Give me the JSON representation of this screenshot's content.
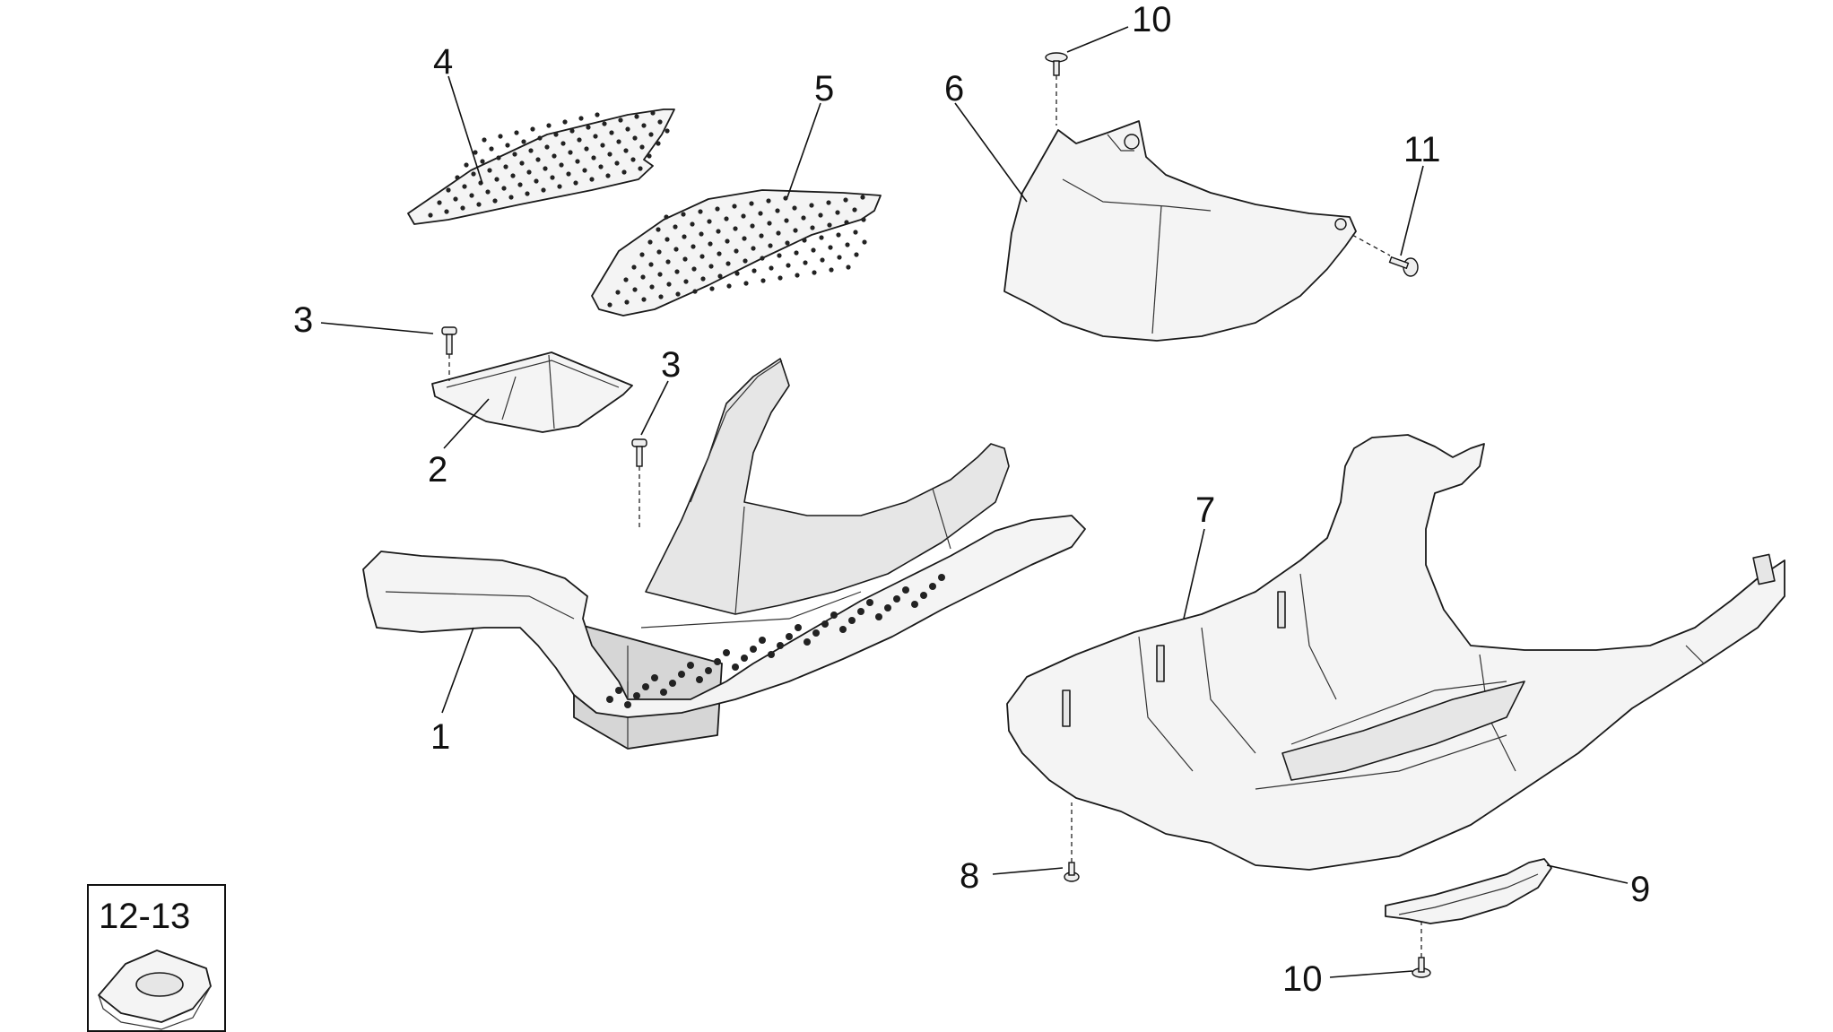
{
  "callouts": {
    "c1": "1",
    "c2": "2",
    "c3a": "3",
    "c3b": "3",
    "c4": "4",
    "c5": "5",
    "c6": "6",
    "c7": "7",
    "c8": "8",
    "c9": "9",
    "c10a": "10",
    "c10b": "10",
    "c11": "11"
  },
  "inset": {
    "label": "12-13"
  }
}
